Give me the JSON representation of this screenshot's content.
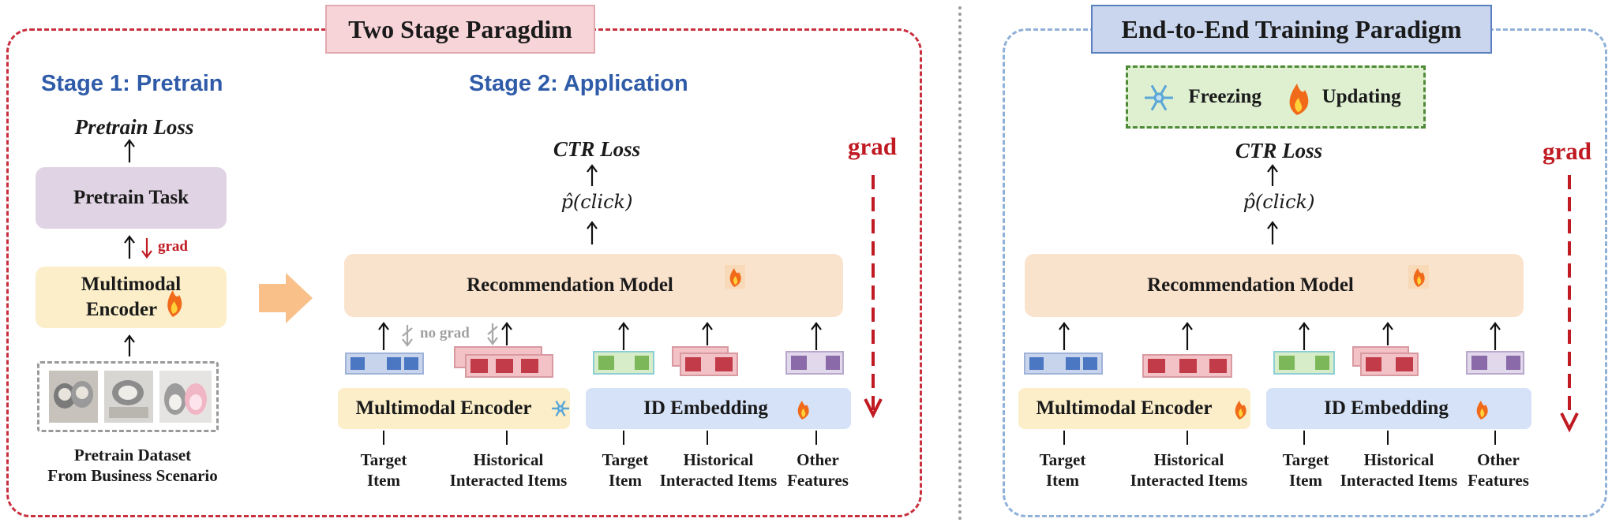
{
  "left_panel": {
    "title": "Two Stage Paragdim",
    "stage1": {
      "title": "Stage 1: Pretrain",
      "loss": "Pretrain Loss",
      "task": "Pretrain Task",
      "grad": "grad",
      "encoder_line1": "Multimodal",
      "encoder_line2": "Encoder",
      "dataset_line1": "Pretrain Dataset",
      "dataset_line2": "From Business Scenario"
    },
    "stage2": {
      "title": "Stage 2: Application",
      "loss": "CTR Loss",
      "prob": "p̂(click)",
      "model": "Recommendation Model",
      "no_grad": "no grad",
      "encoder": "Multimodal Encoder",
      "id_embedding": "ID Embedding",
      "grad": "grad",
      "inputs": [
        {
          "line1": "Target",
          "line2": "Item"
        },
        {
          "line1": "Historical",
          "line2": "Interacted Items"
        },
        {
          "line1": "Target",
          "line2": "Item"
        },
        {
          "line1": "Historical",
          "line2": "Interacted Items"
        },
        {
          "line1": "Other",
          "line2": "Features"
        }
      ]
    }
  },
  "right_panel": {
    "title": "End-to-End Training Paradigm",
    "legend": {
      "freezing": "Freezing",
      "updating": "Updating"
    },
    "loss": "CTR Loss",
    "prob": "p̂(click)",
    "model": "Recommendation Model",
    "encoder": "Multimodal Encoder",
    "id_embedding": "ID Embedding",
    "grad": "grad",
    "inputs": [
      {
        "line1": "Target",
        "line2": "Item"
      },
      {
        "line1": "Historical",
        "line2": "Interacted Items"
      },
      {
        "line1": "Target",
        "line2": "Item"
      },
      {
        "line1": "Historical",
        "line2": "Interacted Items"
      },
      {
        "line1": "Other",
        "line2": "Features"
      }
    ]
  },
  "colors": {
    "red_panel": "#c8303e",
    "blue_panel": "#8fb0d8",
    "emb_blue": "#4a76c2",
    "emb_red": "#c23b48",
    "emb_green": "#7cb85a",
    "emb_purple": "#8a6aa8",
    "fire": "#f06a1a",
    "snow": "#5aa6d6"
  }
}
